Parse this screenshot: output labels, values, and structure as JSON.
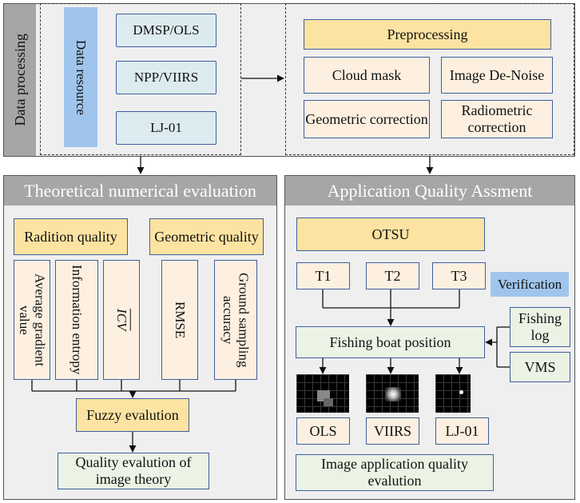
{
  "data_processing": {
    "side_label": "Data processing",
    "data_resource_label": "Data resource",
    "sources": [
      "DMSP/OLS",
      "NPP/VIIRS",
      "LJ-01"
    ],
    "preprocessing": {
      "title": "Preprocessing",
      "steps": [
        "Cloud mask",
        "Image De-Noise",
        "Geometric correction",
        "Radiometric correction"
      ]
    }
  },
  "theoretical": {
    "header": "Theoretical numerical evaluation",
    "radiation_quality": "Radition quality",
    "geometric_quality": "Geometric quality",
    "metrics": [
      "Average gradient value",
      "Information entropy",
      "ICV",
      "RMSE",
      "Ground sampling accuracy"
    ],
    "fuzzy": "Fuzzy evalution",
    "result": "Quality evalution of image theory"
  },
  "application": {
    "header": "Application Quality Assment",
    "otsu": "OTSU",
    "thresholds": [
      "T1",
      "T2",
      "T3"
    ],
    "verification": "Verification",
    "fishing_log": "Fishing log",
    "vms": "VMS",
    "position": "Fishing boat position",
    "sensors": [
      "OLS",
      "VIIRS",
      "LJ-01"
    ],
    "result": "Image application quality evalution"
  }
}
